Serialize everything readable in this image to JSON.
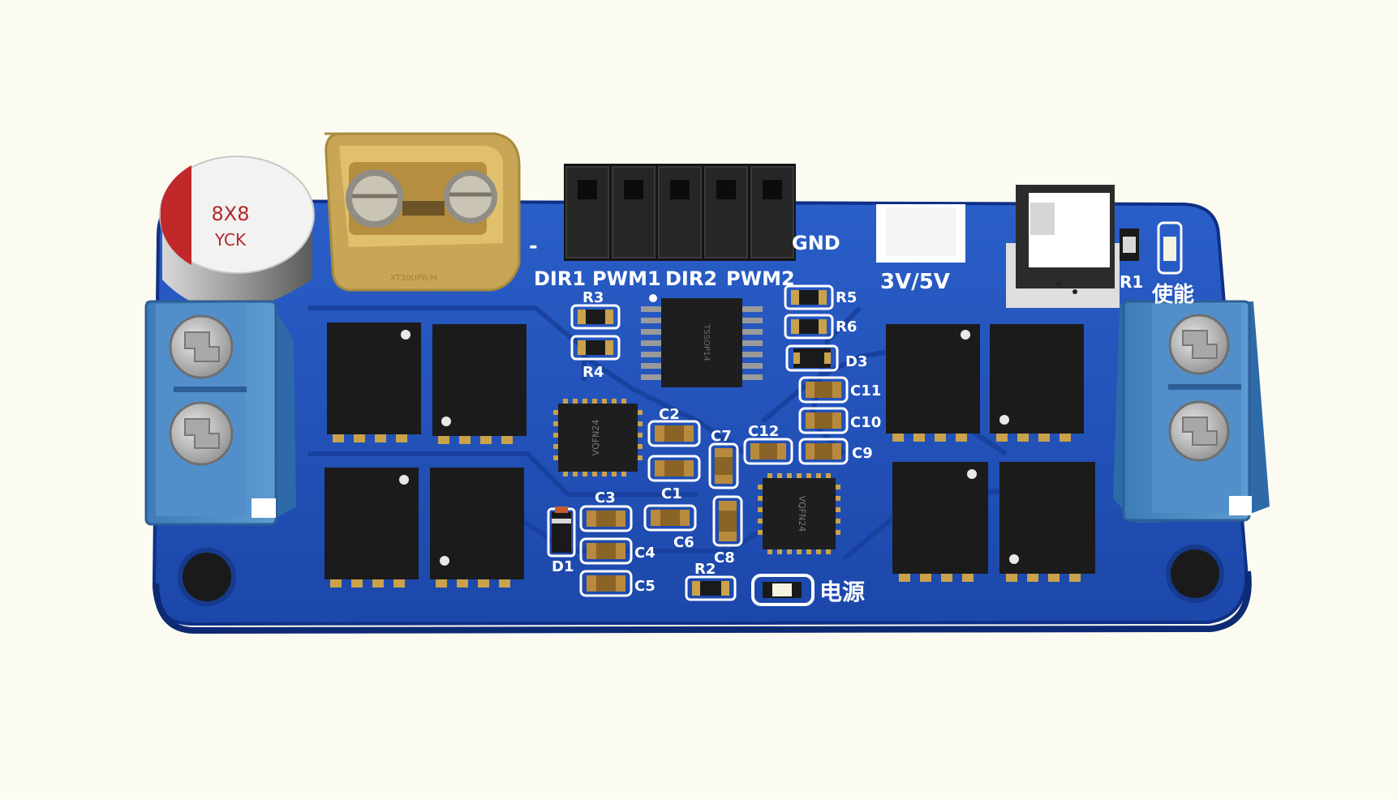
{
  "colors": {
    "background": "#fcfbf1",
    "board": "#1f4fb8",
    "board_edge": "#0f2f86",
    "trace": "#1a44a6",
    "silkscreen": "#ffffff",
    "ic_body": "#1b1b1b",
    "pad_gold": "#c9a24b",
    "terminal_blue": "#4f8fc9",
    "connector_gold": "#d9b55c",
    "capacitor_red": "#c0282a"
  },
  "capacitor": {
    "line1": "8X8",
    "line2": "YCK"
  },
  "header": {
    "power_minus": "-",
    "gnd": "GND",
    "pins": [
      "DIR1",
      "PWM1",
      "DIR2",
      "PWM2"
    ],
    "voltage": "3V/5V"
  },
  "silkscreen": {
    "r1": "R1",
    "r2": "R2",
    "r3": "R3",
    "r4": "R4",
    "r5": "R5",
    "r6": "R6",
    "c1": "C1",
    "c2": "C2",
    "c3": "C3",
    "c4": "C4",
    "c5": "C5",
    "c6": "C6",
    "c7": "C7",
    "c8": "C8",
    "c9": "C9",
    "c10": "C10",
    "c11": "C11",
    "c12": "C12",
    "d1": "D1",
    "d3": "D3",
    "enable": "使能",
    "power": "电源"
  },
  "chips": {
    "driver_left": "VQFN24",
    "driver_right": "VQFN24",
    "logic": "TSSOP14"
  },
  "xt_marking": "XT30UPB-M"
}
